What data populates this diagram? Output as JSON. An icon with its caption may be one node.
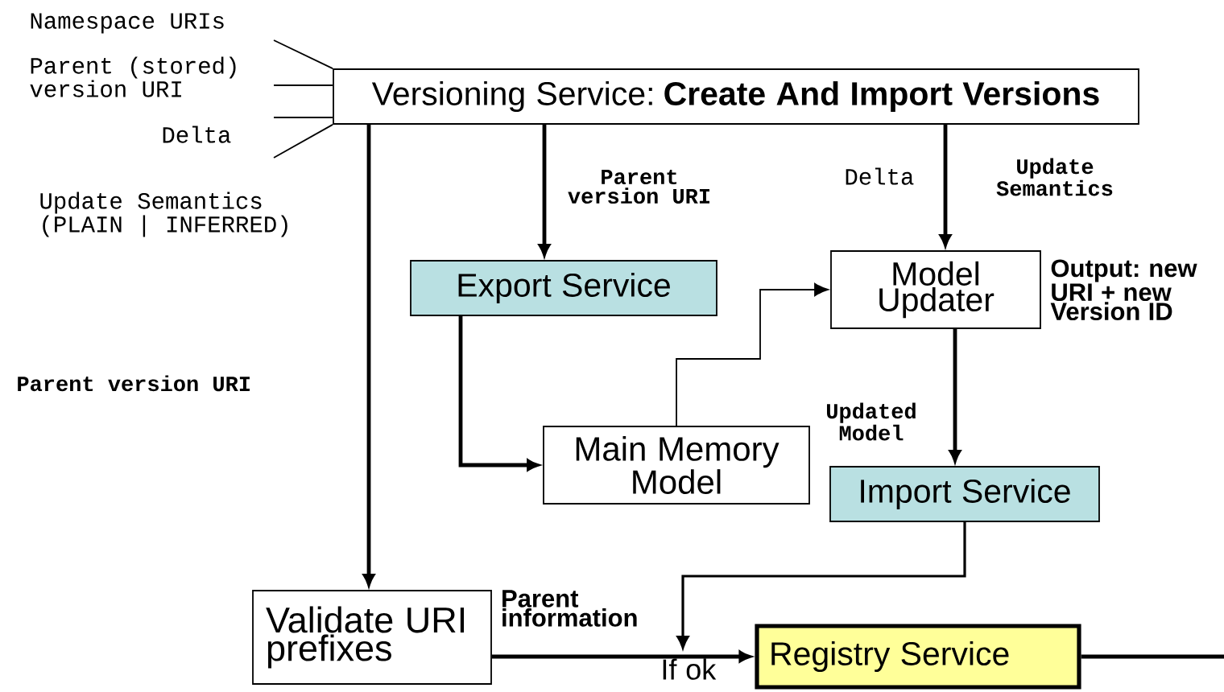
{
  "diagram": {
    "nodes": [
      {
        "text": [
          "Versioning Service: **Create And Import Versions**"
        ]
      },
      {
        "text": [
          "Export Service"
        ]
      },
      {
        "text": [
          "Model Updater"
        ]
      },
      {
        "text": [
          "Main Memory Model"
        ]
      },
      {
        "text": [
          "Import Service"
        ]
      },
      {
        "text": [
          "Validate URI prefixes"
        ]
      },
      {
        "text": [
          "Registry Service"
        ]
      }
    ],
    "edges": [
      {
        "from": null,
        "to": 0,
        "arrow": "none"
      },
      {
        "from": null,
        "to": 0,
        "arrow": "none"
      },
      {
        "from": null,
        "to": 0,
        "arrow": "none"
      },
      {
        "from": null,
        "to": 0,
        "arrow": "none"
      },
      {
        "from": 0,
        "to": 5,
        "arrow": "to"
      },
      {
        "from": 0,
        "to": 1,
        "arrow": "to",
        "label": "Parent version URI"
      },
      {
        "from": 0,
        "to": 2,
        "arrow": "to",
        "label": "Update Semantics"
      },
      {
        "from": 1,
        "to": 3,
        "arrow": "to"
      },
      {
        "from": 3,
        "to": 2,
        "arrow": "to"
      },
      {
        "from": 2,
        "to": 4,
        "arrow": "to",
        "label": "Updated Model"
      },
      {
        "from": 4,
        "to": 6,
        "arrow": "to"
      },
      {
        "from": 5,
        "to": 6,
        "arrow": "to",
        "label": "Parent information"
      },
      {
        "from": 6,
        "to": null,
        "arrow": "none"
      }
    ],
    "labels": [
      "Namespace URIs",
      "Parent (stored) version URI",
      "Delta",
      "Update Semantics (PLAIN | INFERRED)",
      "Delta",
      "Output: new URI + new Version ID",
      "Parent version URI",
      "If ok"
    ]
  }
}
